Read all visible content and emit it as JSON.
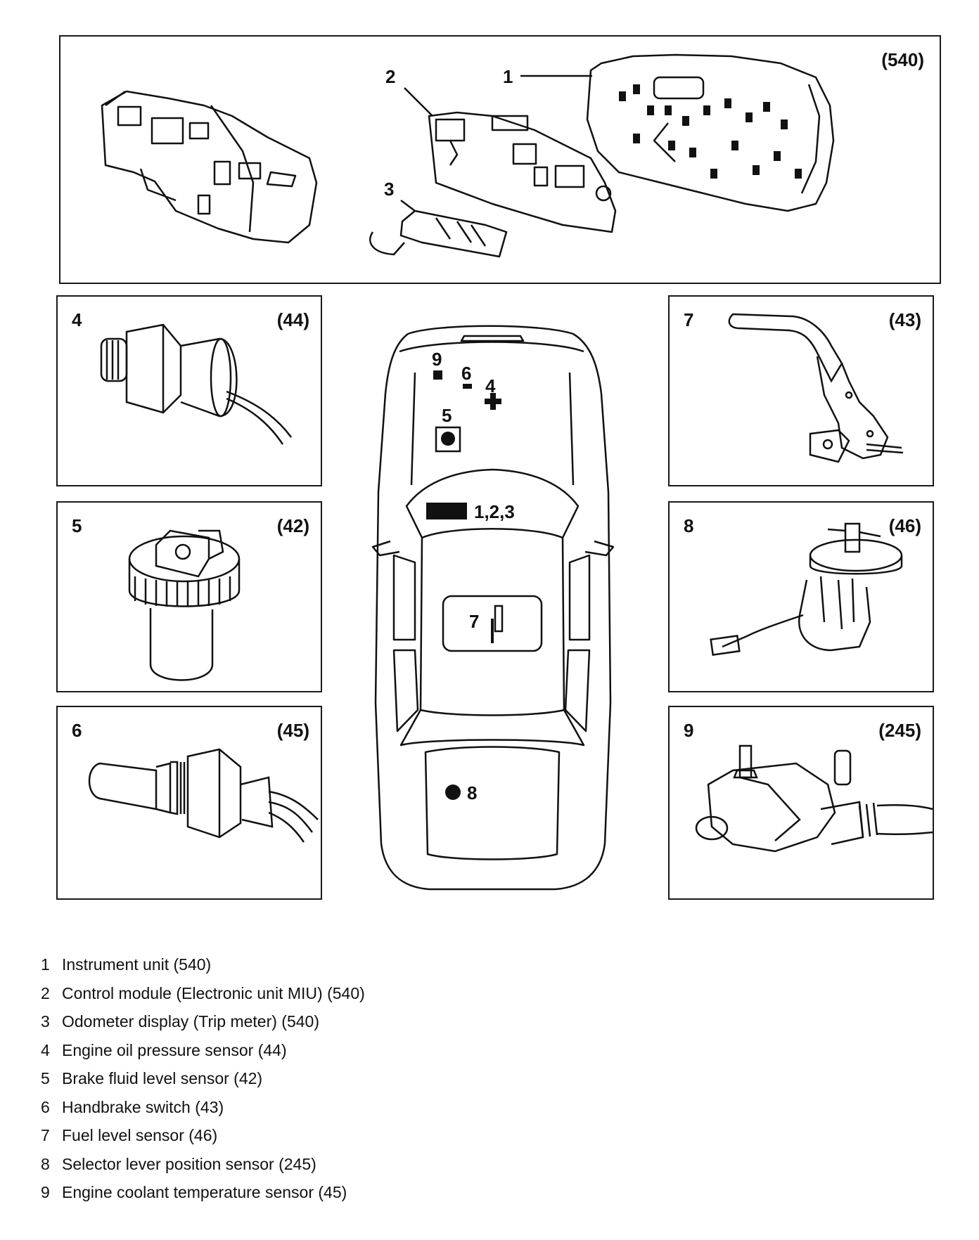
{
  "top_panel": {
    "code": "(540)",
    "callouts": [
      "1",
      "2",
      "3"
    ]
  },
  "panels": {
    "p4": {
      "num": "4",
      "code": "(44)"
    },
    "p5": {
      "num": "5",
      "code": "(42)"
    },
    "p6": {
      "num": "6",
      "code": "(45)"
    },
    "p7": {
      "num": "7",
      "code": "(43)"
    },
    "p8": {
      "num": "8",
      "code": "(46)"
    },
    "p9": {
      "num": "9",
      "code": "(245)"
    }
  },
  "car_labels": {
    "l9": "9",
    "l6": "6",
    "l4": "4",
    "l5": "5",
    "l123": "1,2,3",
    "l7": "7",
    "l8": "8"
  },
  "legend": [
    {
      "num": "1",
      "text": "Instrument unit (540)"
    },
    {
      "num": "2",
      "text": "Control module (Electronic unit MIU) (540)"
    },
    {
      "num": "3",
      "text": "Odometer display (Trip meter) (540)"
    },
    {
      "num": "4",
      "text": "Engine oil pressure sensor (44)"
    },
    {
      "num": "5",
      "text": "Brake fluid level sensor (42)"
    },
    {
      "num": "6",
      "text": "Handbrake switch (43)"
    },
    {
      "num": "7",
      "text": "Fuel level sensor (46)"
    },
    {
      "num": "8",
      "text": "Selector lever position sensor (245)"
    },
    {
      "num": "9",
      "text": "Engine coolant temperature sensor (45)"
    }
  ]
}
